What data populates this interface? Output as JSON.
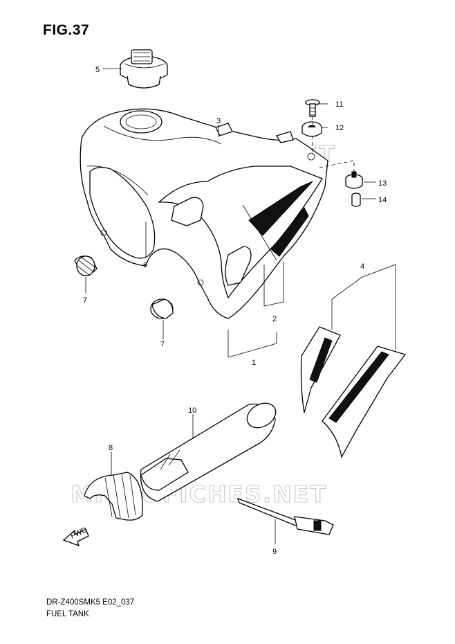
{
  "figure": {
    "title": "FIG.37",
    "model_code": "DR-Z400SMK5 E02_037",
    "name": "FUEL TANK"
  },
  "watermark": "MICROFICHES.NET",
  "parts": [
    {
      "no": "1"
    },
    {
      "no": "2"
    },
    {
      "no": "3"
    },
    {
      "no": "4"
    },
    {
      "no": "5"
    },
    {
      "no": "6"
    },
    {
      "no": "7"
    },
    {
      "no": "7"
    },
    {
      "no": "8"
    },
    {
      "no": "9"
    },
    {
      "no": "10"
    },
    {
      "no": "11"
    },
    {
      "no": "12"
    },
    {
      "no": "13"
    },
    {
      "no": "14"
    }
  ],
  "icons": {
    "front_arrow": "fwd-arrow-icon",
    "front_arrow_text": "FWD"
  }
}
